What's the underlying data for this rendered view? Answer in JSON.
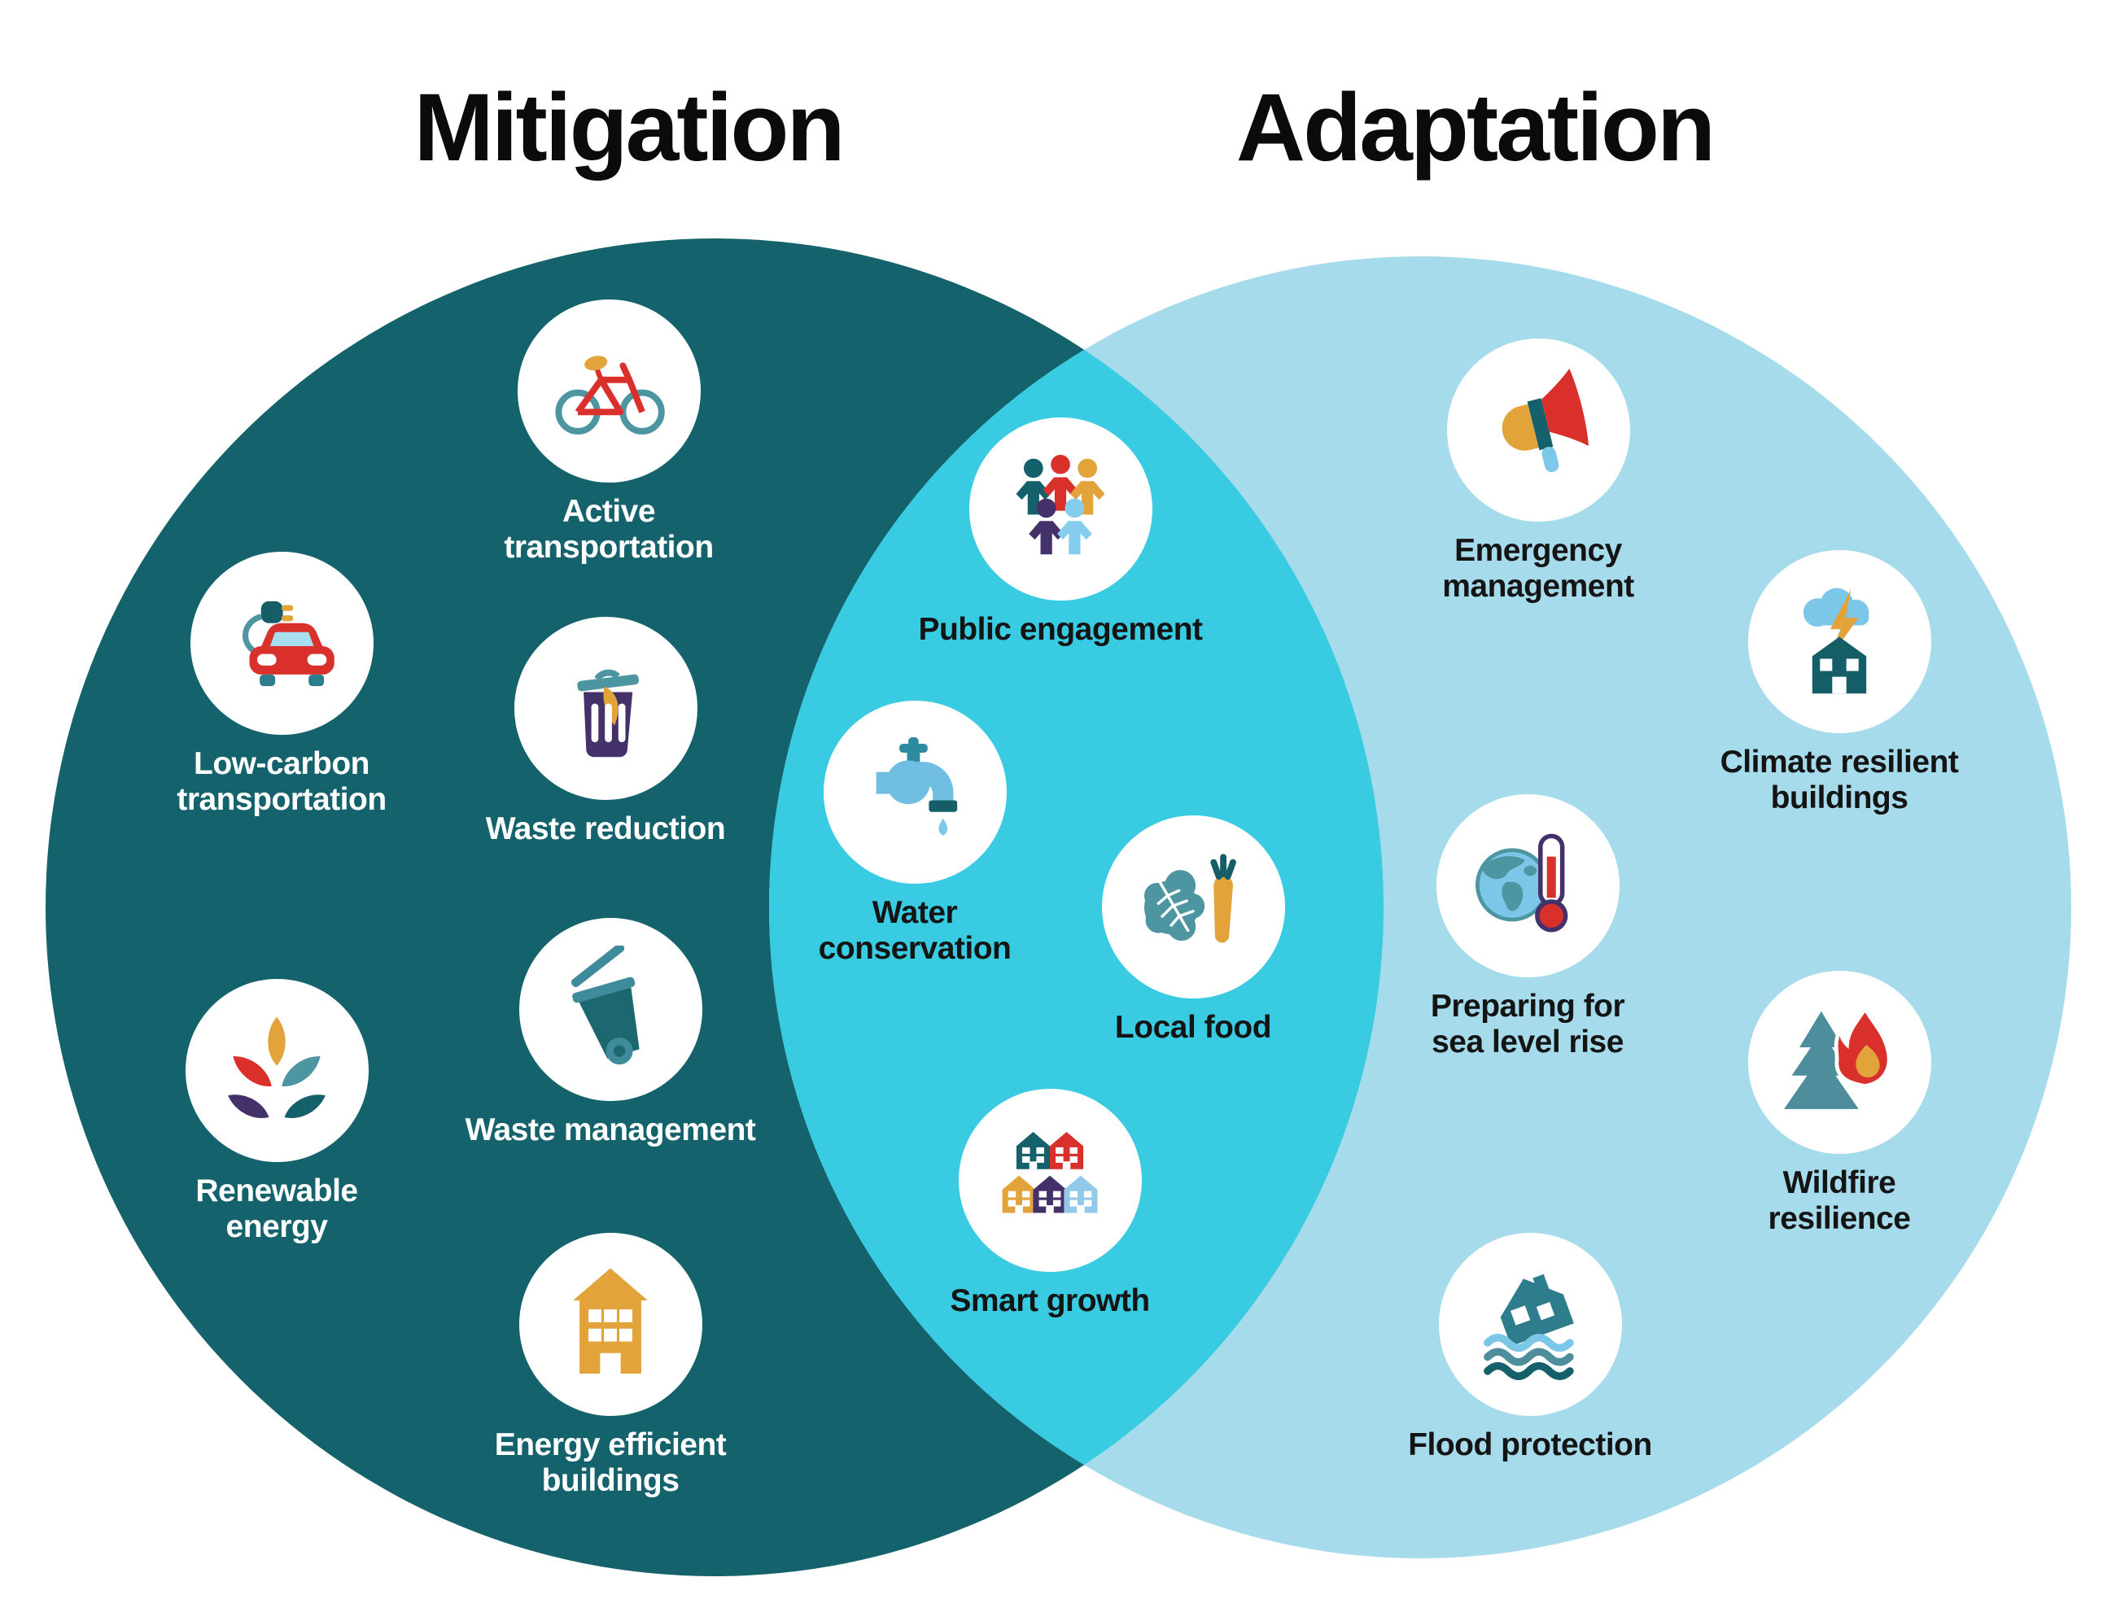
{
  "titles": {
    "left": "Mitigation",
    "right": "Adaptation"
  },
  "colors": {
    "mitigation_circle": "#14626B",
    "adaptation_circle": "#A5DBEB",
    "overlap": "#38CBE1",
    "icon_red": "#D9302C",
    "icon_gold": "#E2A33B",
    "icon_teal": "#4E95A2",
    "icon_dark_teal": "#155E68",
    "icon_purple": "#44316A",
    "icon_light_blue": "#85CDEC",
    "title_text": "#0b0b0b",
    "label_on_dark": "#ffffff",
    "label_on_light": "#141414"
  },
  "regions": {
    "mitigation": {
      "title": "Mitigation",
      "items": [
        {
          "label": "Active\ntransportation",
          "icon": "bicycle-icon"
        },
        {
          "label": "Low-carbon\ntransportation",
          "icon": "electric-car-icon"
        },
        {
          "label": "Waste reduction",
          "icon": "trash-can-icon"
        },
        {
          "label": "Waste management",
          "icon": "wheelie-bin-icon"
        },
        {
          "label": "Renewable\nenergy",
          "icon": "plant-leaves-icon"
        },
        {
          "label": "Energy efficient\nbuildings",
          "icon": "building-icon"
        }
      ]
    },
    "overlap": {
      "items": [
        {
          "label": "Public engagement",
          "icon": "people-group-icon"
        },
        {
          "label": "Water\nconservation",
          "icon": "faucet-icon"
        },
        {
          "label": "Local food",
          "icon": "vegetables-icon"
        },
        {
          "label": "Smart growth",
          "icon": "houses-icon"
        }
      ]
    },
    "adaptation": {
      "title": "Adaptation",
      "items": [
        {
          "label": "Emergency\nmanagement",
          "icon": "megaphone-icon"
        },
        {
          "label": "Climate resilient\nbuildings",
          "icon": "storm-cloud-house-icon"
        },
        {
          "label": "Preparing for\nsea level rise",
          "icon": "globe-thermometer-icon"
        },
        {
          "label": "Wildfire\nresilience",
          "icon": "tree-fire-icon"
        },
        {
          "label": "Flood protection",
          "icon": "flood-house-icon"
        }
      ]
    }
  }
}
